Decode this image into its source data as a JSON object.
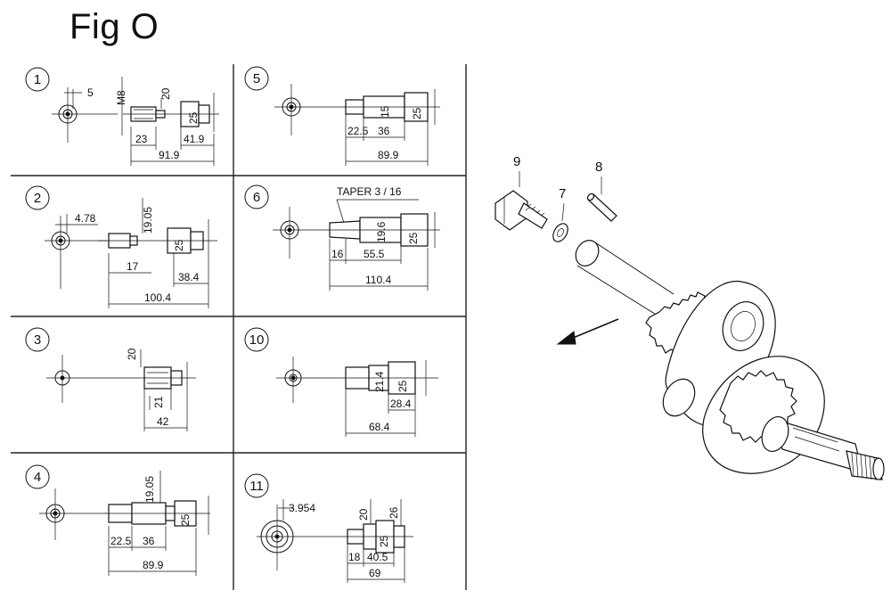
{
  "title": "Fig O",
  "panels": [
    {
      "number": "1",
      "dims": [
        "5",
        "M8",
        "20",
        "23",
        "41.9",
        "25",
        "91.9"
      ]
    },
    {
      "number": "2",
      "dims": [
        "4.78",
        "19.05",
        "25",
        "17",
        "38.4",
        "100.4"
      ]
    },
    {
      "number": "3",
      "dims": [
        "20",
        "21",
        "42"
      ]
    },
    {
      "number": "4",
      "dims": [
        "19.05",
        "25",
        "22.5",
        "36",
        "89.9"
      ]
    },
    {
      "number": "5",
      "dims": [
        "15",
        "25",
        "22.5",
        "36",
        "89.9"
      ]
    },
    {
      "number": "6",
      "dims": [
        "TAPER 3 / 16",
        "19.6",
        "25",
        "16",
        "55.5",
        "110.4"
      ]
    },
    {
      "number": "10",
      "dims": [
        "21.4",
        "25",
        "28.4",
        "68.4"
      ]
    },
    {
      "number": "11",
      "dims": [
        "3.954",
        "20",
        "26",
        "25",
        "18",
        "40.5",
        "69"
      ]
    }
  ],
  "callouts": [
    "9",
    "7",
    "8"
  ]
}
